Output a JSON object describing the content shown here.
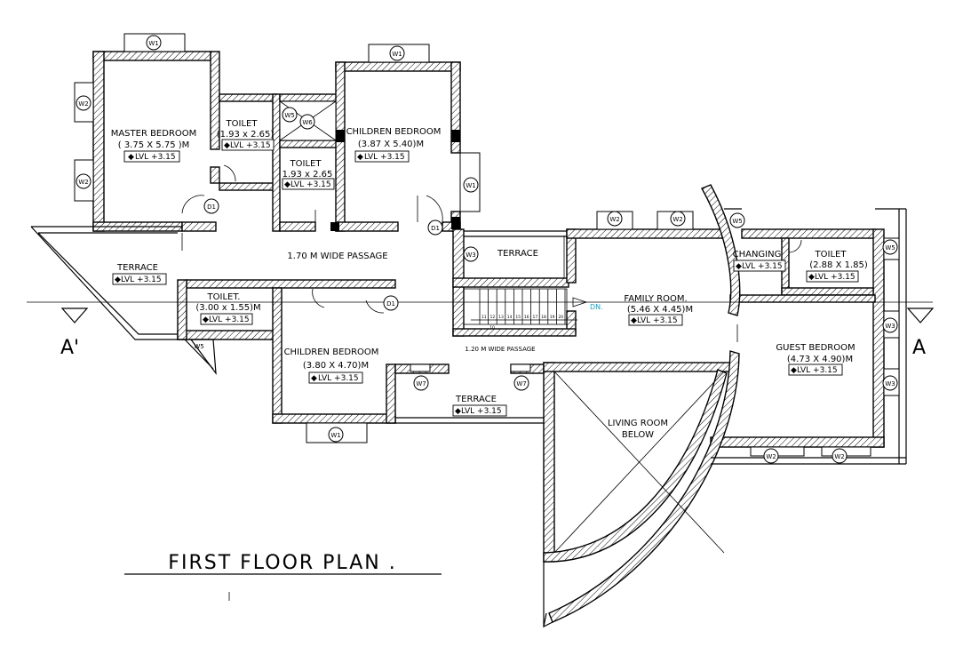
{
  "drawing": {
    "title": "FIRST FLOOR PLAN .",
    "section_left": "A'",
    "section_right": "A",
    "stair_label": "DN."
  },
  "rooms": {
    "master_bedroom": {
      "name": "MASTER BEDROOM",
      "size": "( 3.75 X 5.75 )M",
      "level": "LVL +3.15"
    },
    "toilet_1": {
      "name": "TOILET",
      "size": "(1.93 x 2.65)",
      "level": "LVL +3.15"
    },
    "toilet_2": {
      "name": "TOILET",
      "size": "1.93 x 2.65",
      "level": "LVL +3.15"
    },
    "children_bedroom_1": {
      "name": "CHILDREN BEDROOM",
      "size": "(3.87 X 5.40)M",
      "level": "LVL +3.15"
    },
    "passage_wide": {
      "name": "1.70 M  WIDE  PASSAGE"
    },
    "terrace_west": {
      "name": "TERRACE",
      "level": "LVL +3.15"
    },
    "toilet_3": {
      "name": "TOILET.",
      "size": "(3.00 x 1.55)M",
      "level": "LVL +3.15"
    },
    "children_bedroom_2": {
      "name": "CHILDREN BEDROOM",
      "size": "(3.80 X 4.70)M",
      "level": "LVL +3.15"
    },
    "terrace_north": {
      "name": "TERRACE"
    },
    "passage_narrow": {
      "name": "1.20 M  WIDE  PASSAGE"
    },
    "terrace_south": {
      "name": "TERRACE",
      "level": "LVL +3.15"
    },
    "family_room": {
      "name": "FAMILY ROOM.",
      "size": "(5.46 X 4.45)M",
      "level": "LVL +3.15"
    },
    "changing": {
      "name": "CHANGING",
      "level": "LVL +3.15"
    },
    "toilet_4": {
      "name": "TOILET",
      "size": "(2.88 X 1.85)",
      "level": "LVL +3.15"
    },
    "guest_bedroom": {
      "name": "GUEST BEDROOM",
      "size": "(4.73 X 4.90)M",
      "level": "LVL +3.15"
    },
    "living_room": {
      "line1": "LIVING ROOM",
      "line2": "BELOW"
    }
  },
  "tags": {
    "w1": "W1",
    "w2": "W2",
    "w3": "W3",
    "w5": "W5",
    "w6": "W6",
    "w7": "W7",
    "d1": "D1"
  },
  "stair_steps": [
    "11",
    "12",
    "13",
    "14",
    "15",
    "16",
    "17",
    "18",
    "19",
    "20"
  ],
  "stair_first": "10"
}
